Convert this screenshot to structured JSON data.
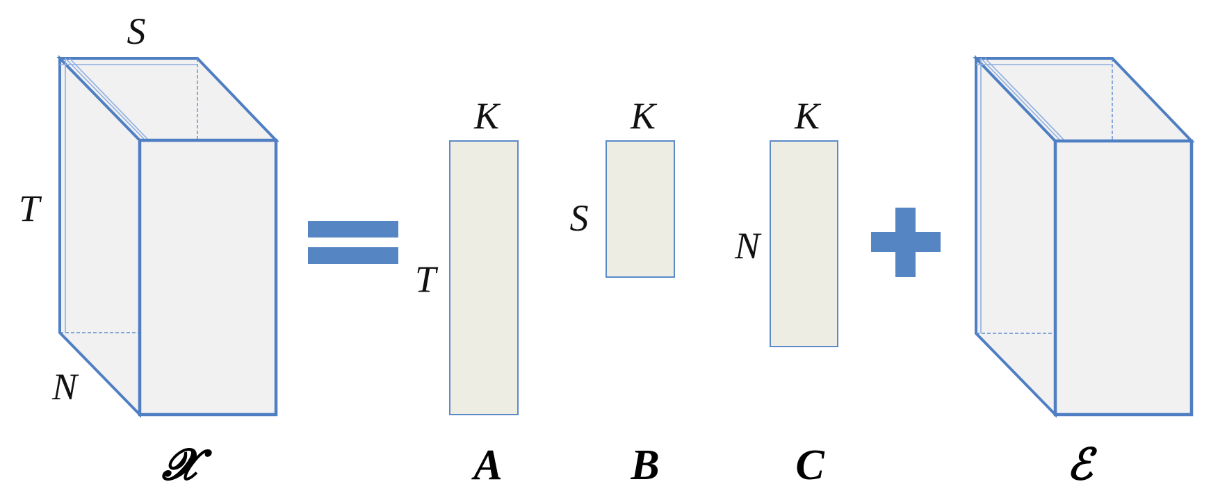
{
  "tensor_x": {
    "name": "𝓧",
    "dims": {
      "top": "S",
      "left": "T",
      "depth": "N"
    }
  },
  "operator_equals": "equals-sign",
  "matrix_a": {
    "name": "A",
    "col_label": "K",
    "row_label": "T"
  },
  "matrix_b": {
    "name": "B",
    "col_label": "K",
    "row_label": "S"
  },
  "matrix_c": {
    "name": "C",
    "col_label": "K",
    "row_label": "N"
  },
  "operator_plus": "plus-sign",
  "tensor_e": {
    "name": "ℰ"
  },
  "colors": {
    "edge_blue": "#4f7fc2",
    "face_gray": "#f1f1f2",
    "matrix_fill": "#eeede4",
    "operator_blue": "#5685c3"
  }
}
